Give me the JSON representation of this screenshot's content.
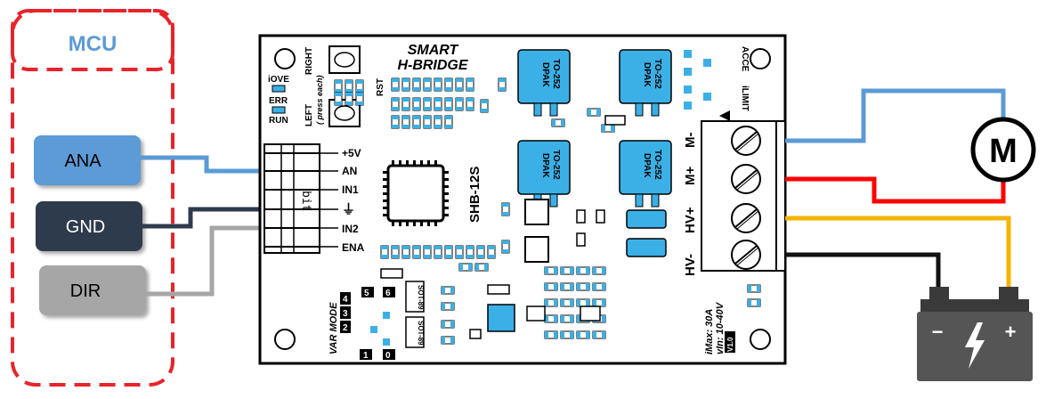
{
  "mcu": {
    "title": "MCU",
    "signals": [
      {
        "label": "ANA",
        "color": "#5b9bd5"
      },
      {
        "label": "GND",
        "color": "#2f3a4e"
      },
      {
        "label": "DIR",
        "color": "#a6a6a6"
      }
    ]
  },
  "board": {
    "title_line1": "SMART",
    "title_line2": "H-BRIDGE",
    "model": "SHB-12S",
    "rst_label": "RST",
    "button_right": "RIGHT",
    "button_left": "LEFT",
    "press_each": "( press each)",
    "leds": [
      "iOVE",
      "ERR",
      "RUN"
    ],
    "header_pins": [
      "+5V",
      "AN",
      "IN1",
      "⏚",
      "IN2",
      "ENA"
    ],
    "header_label": "bit",
    "dpak": [
      "DPAK\nTO-252",
      "DPAK\nTO-252",
      "DPAK\nTO-252",
      "DPAK\nTO-252"
    ],
    "dpak_line1": "DPAK",
    "dpak_line2": "TO-252",
    "sot_labels": [
      "SOT-89",
      "SOT-89"
    ],
    "var_mode": "VAR MODE",
    "var_pins": [
      "2",
      "3",
      "4",
      "5",
      "6",
      "1",
      "0"
    ],
    "acce": "ACCE",
    "ilimit": "iLIMIT",
    "terminals": [
      "M-",
      "M+",
      "HV+",
      "HV-"
    ],
    "imax": "iMax: 30A",
    "vin": "vIn: 10-40V",
    "version": "V1.0"
  },
  "motor": {
    "label": "M"
  },
  "battery": {
    "minus": "−",
    "plus": "+"
  },
  "wire_colors": {
    "ana": "#5b9bd5",
    "gnd": "#2f3a4e",
    "dir": "#a6a6a6",
    "m_minus": "#5b9bd5",
    "m_plus": "#ff0000",
    "hv_plus": "#f4b400",
    "hv_minus": "#111111",
    "mcu_border": "#e8242b",
    "component_blue": "#3bb0e6"
  }
}
